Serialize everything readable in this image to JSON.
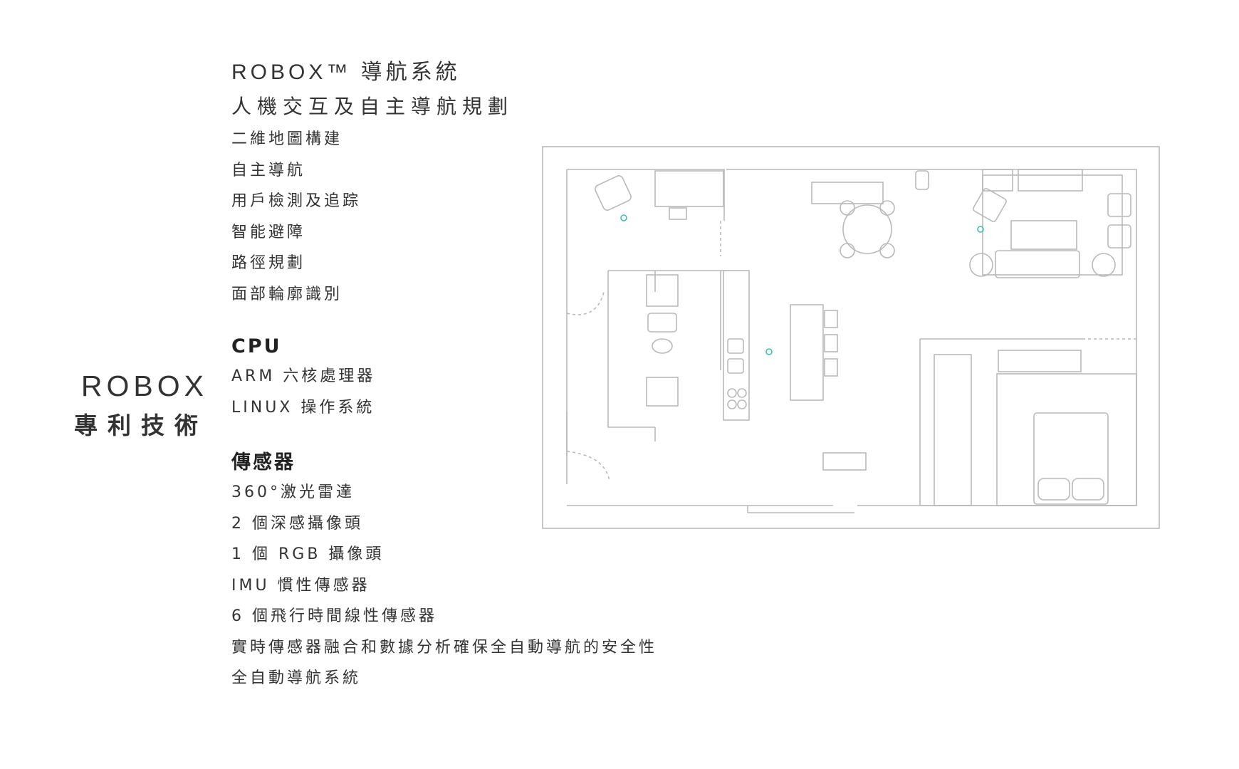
{
  "brand": {
    "name": "ROBOX",
    "subtitle": "專利技術"
  },
  "nav_system": {
    "title": "ROBOX™  導航系統",
    "subtitle": "人機交互及自主導航規劃",
    "features": [
      "二維地圖構建",
      "自主導航",
      "用戶檢測及追踪",
      "智能避障",
      "路徑規劃",
      "面部輪廓識別"
    ]
  },
  "cpu": {
    "heading": "CPU",
    "items": [
      "ARM 六核處理器",
      "LINUX 操作系統"
    ]
  },
  "sensors": {
    "heading": "傳感器",
    "items": [
      "360°激光雷達",
      "2 個深感攝像頭",
      "1 個 RGB 攝像頭",
      "IMU 慣性傳感器",
      "6 個飛行時間線性傳感器",
      "實時傳感器融合和數據分析確保全自動導航的安全性",
      "全自動導航系統"
    ]
  },
  "colors": {
    "line": "#b9b9b9",
    "marker": "#3fbfae",
    "text": "#333333"
  }
}
